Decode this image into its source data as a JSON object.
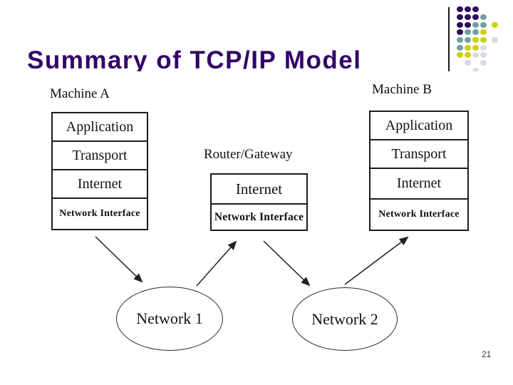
{
  "slide": {
    "title": "Summary of TCP/IP Model",
    "page_number": "21"
  },
  "diagram": {
    "machine_a": {
      "label": "Machine A",
      "layers": [
        "Application",
        "Transport",
        "Internet",
        "Network Interface"
      ]
    },
    "router": {
      "label": "Router/Gateway",
      "layers": [
        "Internet",
        "Network Interface"
      ]
    },
    "machine_b": {
      "label": "Machine B",
      "layers": [
        "Application",
        "Transport",
        "Internet",
        "Network Interface"
      ]
    },
    "network_1": {
      "label": "Network 1"
    },
    "network_2": {
      "label": "Network 2"
    },
    "connections": [
      {
        "from": "Machine A Network Interface",
        "to": "Network 1"
      },
      {
        "from": "Network 1",
        "to": "Router/Gateway Network Interface"
      },
      {
        "from": "Router/Gateway Network Interface",
        "to": "Network 2"
      },
      {
        "from": "Network 2",
        "to": "Machine B Network Interface"
      }
    ]
  },
  "decoration": {
    "grid": [
      "PPP..",
      "PPPT.",
      "PPTTY",
      "PTTY.",
      "TTYYG",
      "TYYG.",
      "YYGG.",
      ".G.G.",
      "..G.."
    ],
    "colors": {
      "P": "#2E0A60",
      "T": "#719F9F",
      "Y": "#CFCF0F",
      "G": "#DADAE6"
    }
  },
  "colors": {
    "title": "#330066",
    "diagram_ink": "#1c1c1c"
  }
}
